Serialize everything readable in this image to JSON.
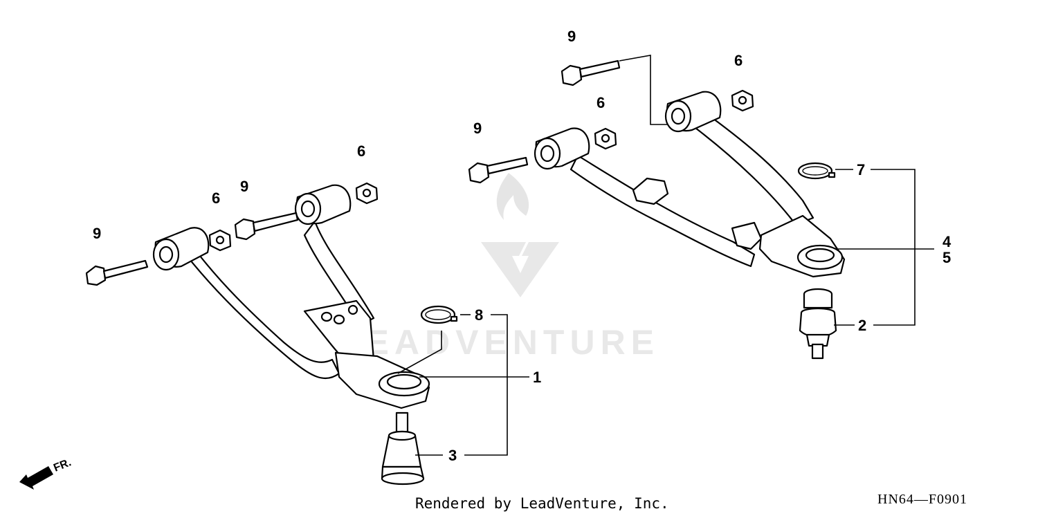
{
  "diagram": {
    "watermark_text": "LEADVENTURE",
    "direction_label": "FR.",
    "callouts": {
      "c1": "1",
      "c2": "2",
      "c3": "3",
      "c4": "4",
      "c5": "5",
      "c6a": "6",
      "c6b": "6",
      "c6c": "6",
      "c6d": "6",
      "c7": "7",
      "c8": "8",
      "c9a": "9",
      "c9b": "9",
      "c9c": "9",
      "c9d": "9"
    }
  },
  "footer": {
    "credit": "Rendered by LeadVenture, Inc.",
    "code": "HN64—F0901"
  }
}
